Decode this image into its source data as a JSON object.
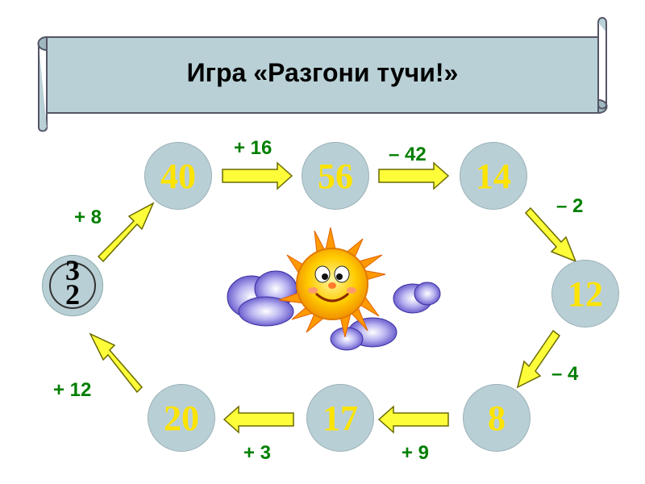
{
  "title": "Игра «Разгони тучи!»",
  "start_value": "32",
  "circles": [
    "40",
    "56",
    "14",
    "12",
    "8",
    "17",
    "20"
  ],
  "operations": [
    "+ 8",
    "+ 16",
    "– 42",
    "– 2",
    "– 4",
    "+ 9",
    "+ 3",
    "+ 12"
  ],
  "colors": {
    "scroll": "#b9d1d6",
    "circle": "#b9cfd6",
    "number": "#fde400",
    "operation": "#007f00",
    "arrow": "#fdfd3a"
  }
}
